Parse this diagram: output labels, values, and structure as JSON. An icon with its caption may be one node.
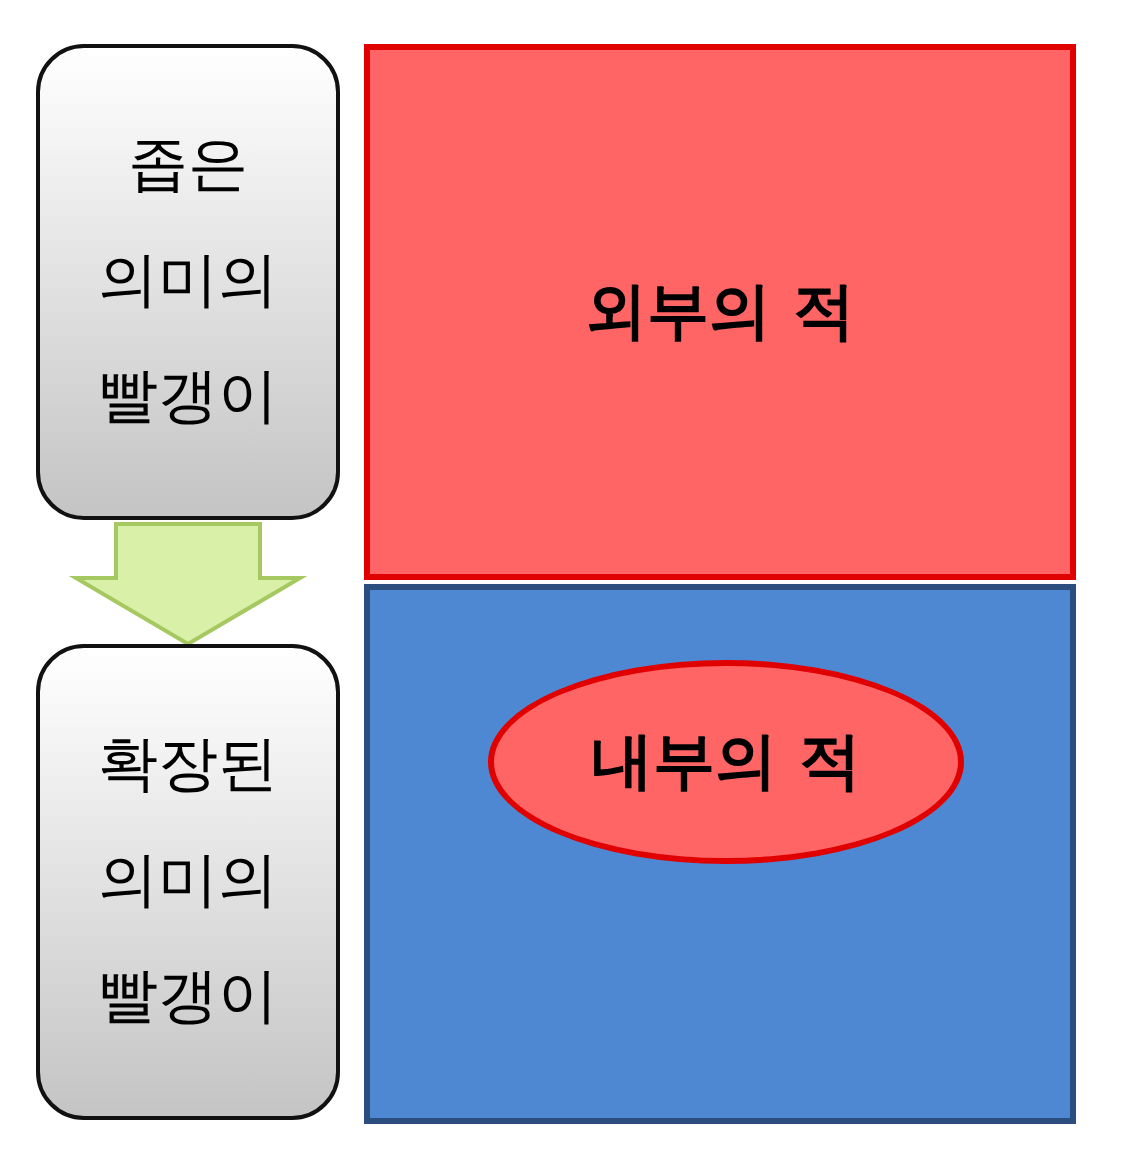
{
  "diagram": {
    "nodes": [
      {
        "text": [
          "좁은 의미의 빨갱이"
        ]
      },
      {
        "text": [
          "확장된 의미의 빨갱이"
        ]
      },
      {
        "text": [
          "외부의 적"
        ]
      },
      {
        "text": [],
        "shape": "box"
      },
      {
        "text": [
          "내부의 적"
        ],
        "in": 3
      }
    ],
    "edges": [
      {
        "from": 0,
        "to": 1,
        "arrow": "to"
      }
    ]
  }
}
